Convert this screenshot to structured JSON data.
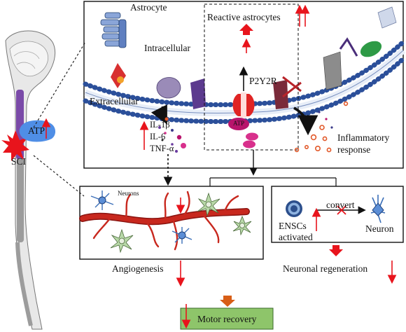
{
  "labels": {
    "astrocyte": "Astrocyte",
    "reactive_astrocytes": "Reactive astrocytes",
    "intracellular": "Intracellular",
    "extracellular": "Extracellular",
    "receptor": "P2Y2R",
    "atp_molecule": "ATP",
    "cytokines": [
      "IL-1β",
      "IL-6",
      "TNF-α"
    ],
    "inflammatory_response_1": "Inflammatory",
    "inflammatory_response_2": "response",
    "atp_spinal": "ATP",
    "sci": "SCI",
    "neurons": "Neurons",
    "angiogenesis": "Angiogenesis",
    "convert": "convert",
    "ensc_1": "ENSCs",
    "ensc_2": "activated",
    "neuron": "Neuron",
    "neuronal_regeneration": "Neuronal regeneration",
    "motor_recovery": "Motor recovery"
  },
  "colors": {
    "arrow_red": "#e8141c",
    "membrane_blue": "#1f3b78",
    "atp_blob": "#4f8ee6",
    "receptor_red": "#e02424",
    "motor_box": "#8ec56a",
    "orange_arrow": "#d85e16",
    "vessel": "#c8281e"
  }
}
